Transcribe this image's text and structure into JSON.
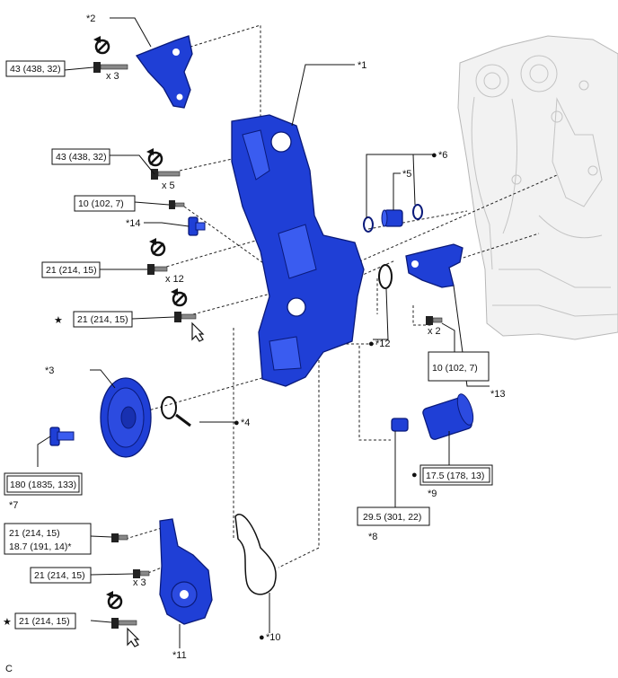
{
  "callouts": {
    "c1": "*1",
    "c2": "*2",
    "c3": "*3",
    "c4": "*4",
    "c5": "*5",
    "c6": "*6",
    "c7": "*7",
    "c8": "*8",
    "c9": "*9",
    "c10": "*10",
    "c11": "*11",
    "c12": "*12",
    "c13": "*13",
    "c14": "*14"
  },
  "torques": {
    "t_bracket": "43 (438, 32)",
    "t_cover_top": "43 (438, 32)",
    "t_small_bolt": "10 (102, 7)",
    "t_cover_bolts": "21 (214, 15)",
    "t_star_mid": "21 (214, 15)",
    "t_pump_bolts": "10 (102, 7)",
    "t_pulley_bolt": "180 (1835, 133)",
    "t_oil_filter": "17.5 (178, 13)",
    "t_union": "29.5 (301, 22)",
    "t_oilpump_a": "21 (214, 15)",
    "t_oilpump_a2": "18.7 (191, 14)*",
    "t_oilpump_b": "21 (214, 15)",
    "t_oilpump_star": "21 (214, 15)"
  },
  "quantities": {
    "q_bracket": "x 3",
    "q_cover_top": "x 5",
    "q_cover_bolts": "x 12",
    "q_pump": "x 2",
    "q_oilpump": "x 3"
  },
  "markers": {
    "star": "★",
    "bullet": "●"
  },
  "figure_code": "C",
  "colors": {
    "part_blue": "#1f3fd6",
    "engine_ghost": "#f2f2f2"
  }
}
